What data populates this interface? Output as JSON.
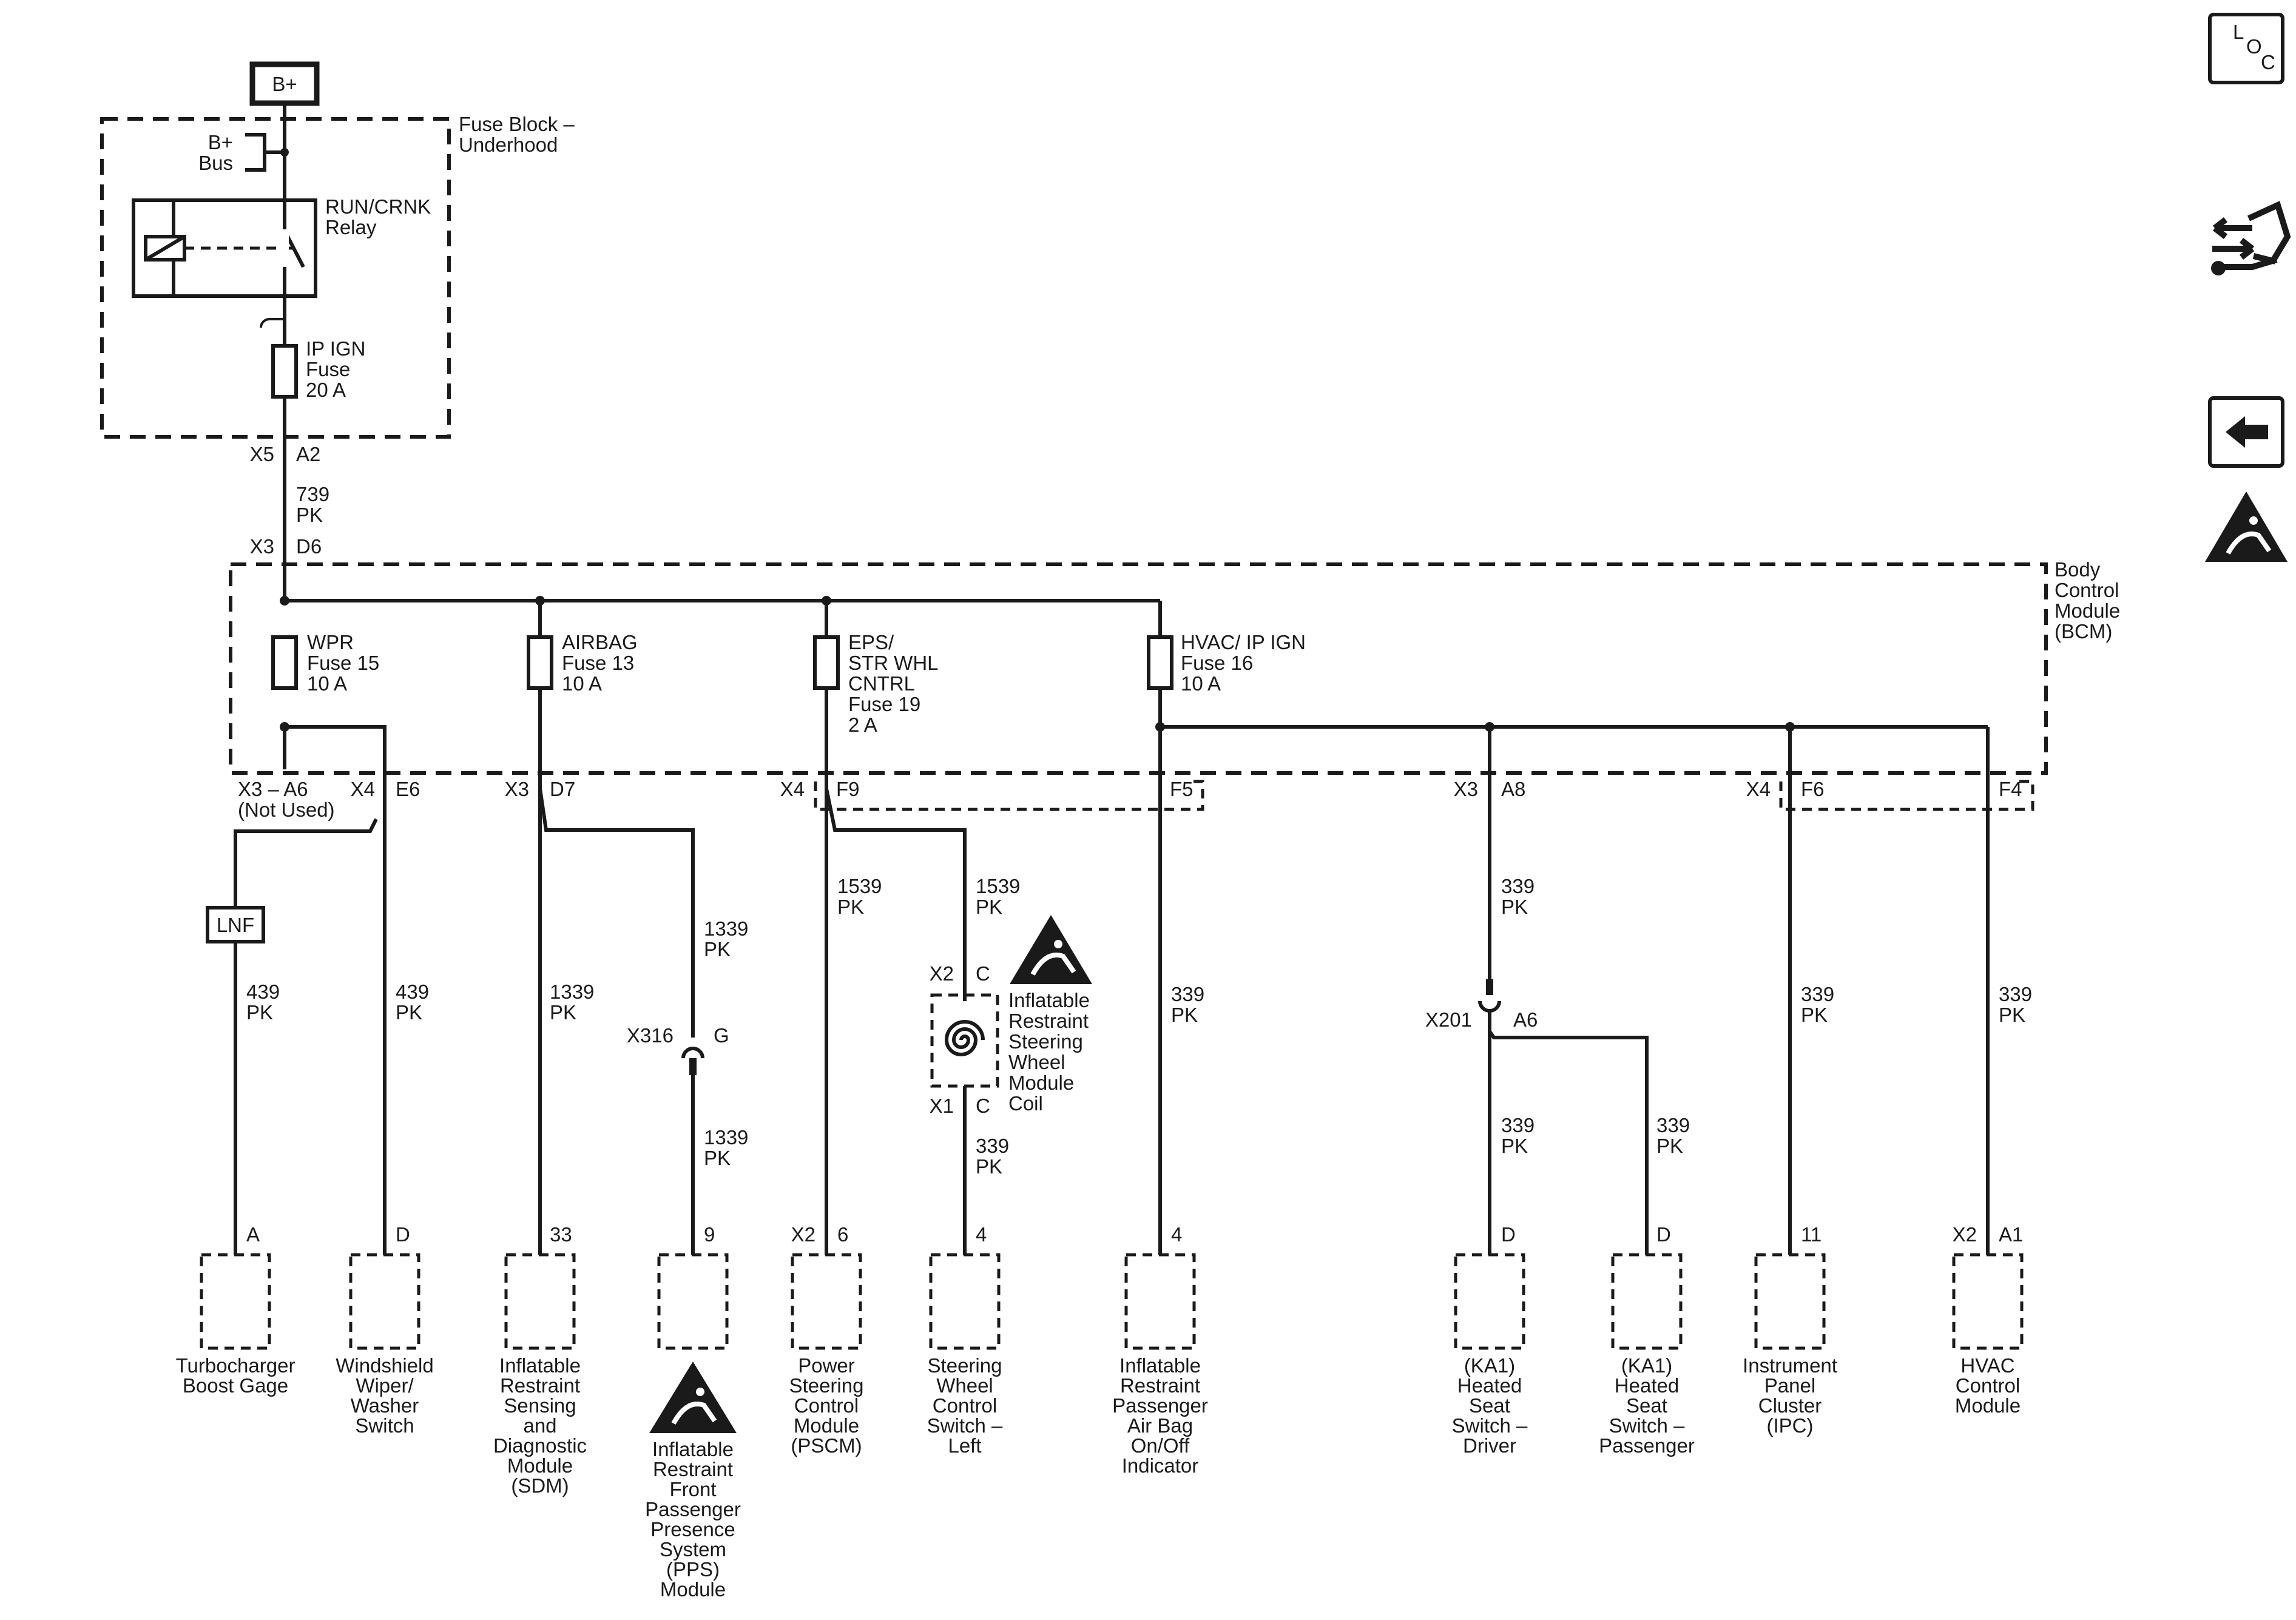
{
  "power": {
    "battery": "B+"
  },
  "fuse_block": {
    "line1": "Fuse Block –",
    "line2": "Underhood",
    "bus1": "B+",
    "bus2": "Bus",
    "relay1": "RUN/CRNK",
    "relay2": "Relay",
    "ipign1": "IP IGN",
    "ipign2": "Fuse",
    "ipign3": "20 A"
  },
  "connectors": {
    "x5": "X5",
    "a2": "A2",
    "x3": "X3",
    "d6": "D6",
    "x3a6": "X3 – A6",
    "notused": "(Not Used)",
    "x4e6": "X4",
    "e6": "E6",
    "x3d7": "X3",
    "d7": "D7",
    "x4f9": "X4",
    "f9": "F9",
    "f5": "F5",
    "x3a8": "X3",
    "a8": "A8",
    "x4f6": "X4",
    "f6": "F6",
    "f4": "F4",
    "x316": "X316",
    "g": "G",
    "x2c": "X2",
    "c1": "C",
    "x1c": "X1",
    "c2": "C",
    "x201": "X201",
    "a6": "A6"
  },
  "wires": {
    "w739": "739",
    "pk": "PK",
    "w439": "439",
    "w1339": "1339",
    "w1539": "1539",
    "w339": "339"
  },
  "bcm": {
    "line1": "Body",
    "line2": "Control",
    "line3": "Module",
    "line4": "(BCM)"
  },
  "fuses": {
    "wpr1": "WPR",
    "wpr2": "Fuse 15",
    "wpr3": "10 A",
    "air1": "AIRBAG",
    "air2": "Fuse 13",
    "air3": "10 A",
    "eps1": "EPS/",
    "eps2": "STR WHL",
    "eps3": "CNTRL",
    "eps4": "Fuse 19",
    "eps5": "2 A",
    "hvac1": "HVAC/ IP IGN",
    "hvac2": "Fuse 16",
    "hvac3": "10 A"
  },
  "lnf": "LNF",
  "coil": {
    "l1": "Inflatable",
    "l2": "Restraint",
    "l3": "Steering",
    "l4": "Wheel",
    "l5": "Module",
    "l6": "Coil"
  },
  "pins": {
    "turbo": "A",
    "wiper": "D",
    "sdm": "33",
    "pps": "9",
    "pscm_conn": "X2",
    "pscm": "6",
    "swc": "4",
    "airbag_ind": "4",
    "seat_drv": "D",
    "seat_pass": "D",
    "ipc": "11",
    "hvac_conn": "X2",
    "hvac": "A1"
  },
  "components": {
    "turbo": [
      "Turbocharger",
      "Boost Gage"
    ],
    "wiper": [
      "Windshield",
      "Wiper/",
      "Washer",
      "Switch"
    ],
    "sdm": [
      "Inflatable",
      "Restraint",
      "Sensing",
      "and",
      "Diagnostic",
      "Module",
      "(SDM)"
    ],
    "pps": [
      "Inflatable",
      "Restraint",
      "Front",
      "Passenger",
      "Presence",
      "System",
      "(PPS)",
      "Module"
    ],
    "pscm": [
      "Power",
      "Steering",
      "Control",
      "Module",
      "(PSCM)"
    ],
    "swc": [
      "Steering",
      "Wheel",
      "Control",
      "Switch –",
      "Left"
    ],
    "airbag_ind": [
      "Inflatable",
      "Restraint",
      "Passenger",
      "Air Bag",
      "On/Off",
      "Indicator"
    ],
    "seat_drv": [
      "(KA1)",
      "Heated",
      "Seat",
      "Switch –",
      "Driver"
    ],
    "seat_pass": [
      "(KA1)",
      "Heated",
      "Seat",
      "Switch –",
      "Passenger"
    ],
    "ipc": [
      "Instrument",
      "Panel",
      "Cluster",
      "(IPC)"
    ],
    "hvac": [
      "HVAC",
      "Control",
      "Module"
    ]
  },
  "nav": {
    "loc_l": "L",
    "loc_o": "O",
    "loc_c": "C"
  }
}
